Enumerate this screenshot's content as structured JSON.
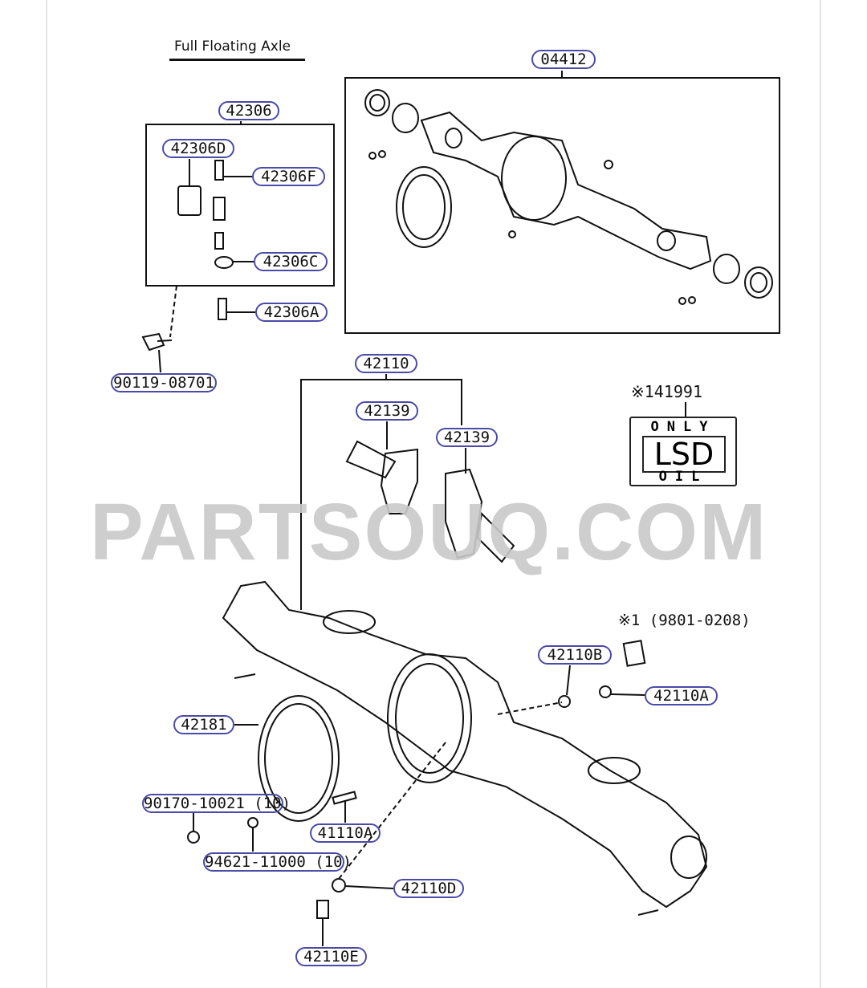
{
  "diagram": {
    "title": "Full Floating Axle",
    "watermark": "PARTSOUQ.COM",
    "labels": {
      "p04412": "04412",
      "p42306": "42306",
      "p42306D": "42306D",
      "p42306F": "42306F",
      "p42306C": "42306C",
      "p42306A": "42306A",
      "p90119": "90119-08701",
      "p42110": "42110",
      "p42139a": "42139",
      "p42139b": "42139",
      "p42110B": "42110B",
      "p42110A": "42110A",
      "p42181": "42181",
      "p90170": "90170-10021 (10)",
      "p41110A": "41110A",
      "p94621": "94621-11000 (10)",
      "p42110D": "42110D",
      "p42110E": "42110E"
    },
    "notes": {
      "plate_ref": "※141991",
      "date_note": "※1 (9801-0208)"
    },
    "lsd_plate": {
      "top": "ONLY",
      "middle": "LSD",
      "bottom": "OIL"
    },
    "colors": {
      "pill_outline": "#4a4aa8",
      "watermark": "#c9c9c9"
    }
  }
}
